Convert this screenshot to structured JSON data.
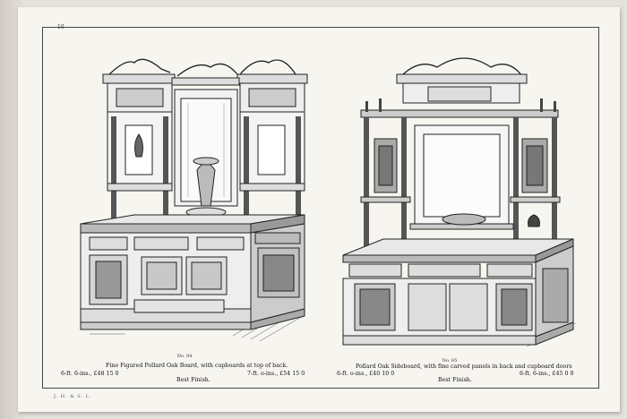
{
  "page": {
    "page_number": "10",
    "printer_mark": "J. H. & S. L."
  },
  "left_item": {
    "number": "No. 84",
    "title": "Fine Figured Pollard Oak Board, with cupboards at top of back.",
    "price_left": "6-ft. 6-ins., £48 15 0",
    "price_right": "7-ft. o-ins., £54 15 0",
    "finish": "Best Finish."
  },
  "right_item": {
    "number": "No. 85",
    "title": "Pollard Oak Sideboard, with fine carved panels in back and cupboard doors",
    "price_left": "6-ft. o-ins., £40 10 0",
    "price_right": "6-ft. 6-ins., £45 0 0",
    "finish": "Best Finish."
  },
  "colors": {
    "paper": "#f7f5ef",
    "ink": "#222222",
    "background": "#e4e2dc"
  }
}
